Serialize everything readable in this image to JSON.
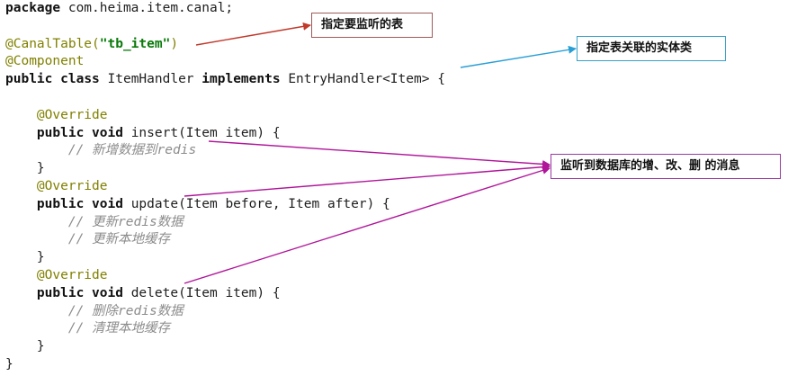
{
  "code": {
    "package_kw": "package",
    "package_name": " com.heima.item.canal;",
    "canal_table_ann": "@CanalTable(",
    "canal_table_arg": "\"tb_item\"",
    "canal_table_close": ")",
    "component_ann": "@Component",
    "public_kw": "public",
    "class_kw": "class",
    "class_name": " ItemHandler ",
    "implements_kw": "implements",
    "interface_name": " EntryHandler<Item> {",
    "override_ann": "@Override",
    "void_kw": "void",
    "insert_sig": " insert(Item item) {",
    "insert_comment": "// 新增数据到redis",
    "update_sig": " update(Item before, Item after) {",
    "update_comment_1": "// 更新redis数据",
    "update_comment_2": "// 更新本地缓存",
    "delete_sig": " delete(Item item) {",
    "delete_comment_1": "// 删除redis数据",
    "delete_comment_2": "// 清理本地缓存",
    "close_brace": "}"
  },
  "callouts": {
    "table": "指定要监听的表",
    "entity": "指定表关联的实体类",
    "message": "监听到数据库的增、改、删 的消息"
  },
  "colors": {
    "arrow_table": "#c0392b",
    "arrow_entity": "#2a9fd6",
    "arrow_message": "#b0169a"
  }
}
